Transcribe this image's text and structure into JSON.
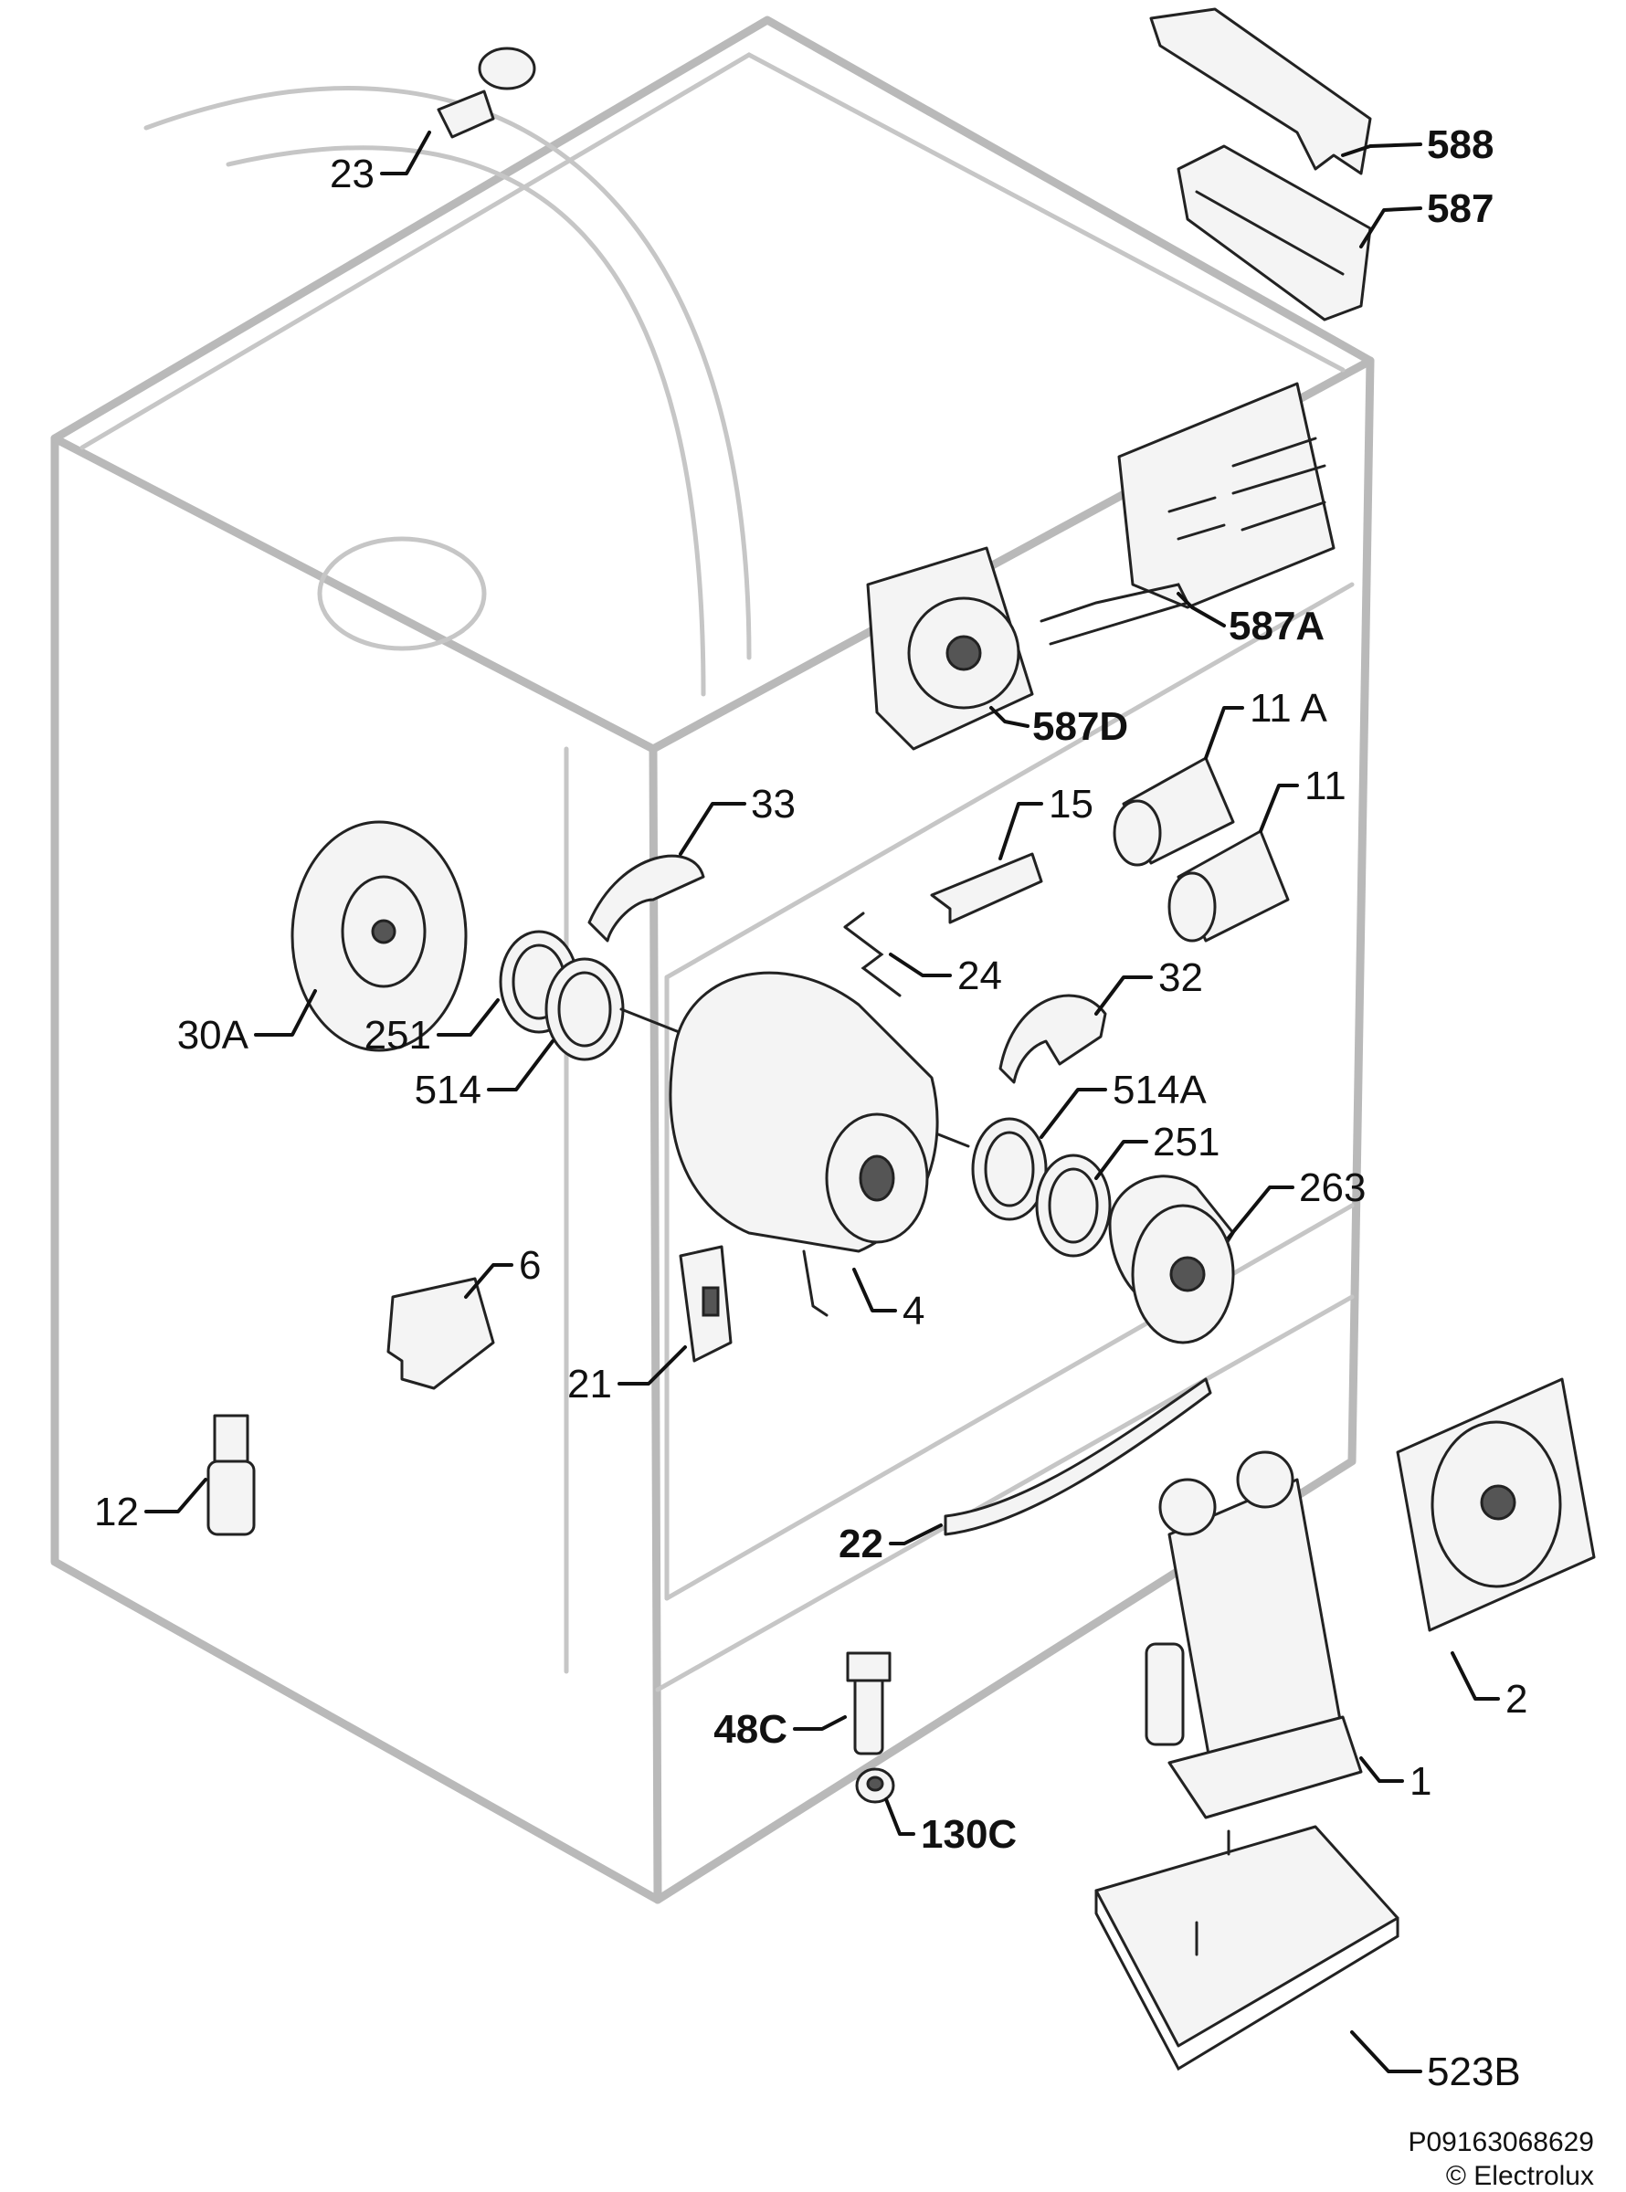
{
  "labels": [
    {
      "text": "23",
      "bold": false
    },
    {
      "text": "588",
      "bold": true
    },
    {
      "text": "587",
      "bold": true
    },
    {
      "text": "587A",
      "bold": true
    },
    {
      "text": "587D",
      "bold": true
    },
    {
      "text": "11 A",
      "bold": false
    },
    {
      "text": "11",
      "bold": false
    },
    {
      "text": "33",
      "bold": false
    },
    {
      "text": "15",
      "bold": false
    },
    {
      "text": "24",
      "bold": false
    },
    {
      "text": "32",
      "bold": false
    },
    {
      "text": "30A",
      "bold": false
    },
    {
      "text": "251",
      "bold": false
    },
    {
      "text": "514",
      "bold": false
    },
    {
      "text": "514A",
      "bold": false
    },
    {
      "text": "251",
      "bold": false
    },
    {
      "text": "263",
      "bold": false
    },
    {
      "text": "6",
      "bold": false
    },
    {
      "text": "4",
      "bold": false
    },
    {
      "text": "21",
      "bold": false
    },
    {
      "text": "12",
      "bold": false
    },
    {
      "text": "22",
      "bold": true
    },
    {
      "text": "2",
      "bold": false
    },
    {
      "text": "48C",
      "bold": true
    },
    {
      "text": "1",
      "bold": false
    },
    {
      "text": "130C",
      "bold": true
    },
    {
      "text": "523B",
      "bold": false
    }
  ],
  "footer": {
    "code": "P09163068629",
    "copyright": "© Electrolux"
  }
}
